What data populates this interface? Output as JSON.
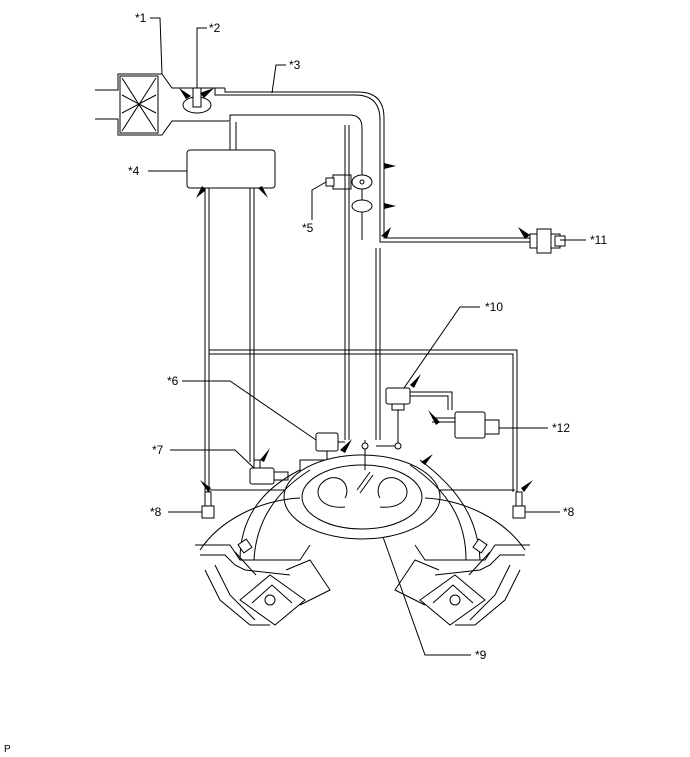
{
  "labels": {
    "c1": "*1",
    "c2": "*2",
    "c3": "*3",
    "c4": "*4",
    "c5": "*5",
    "c6": "*6",
    "c7": "*7",
    "c8a": "*8",
    "c8b": "*8",
    "c9": "*9",
    "c10": "*10",
    "c11": "*11",
    "c12": "*12"
  },
  "footer": {
    "code": "P"
  }
}
